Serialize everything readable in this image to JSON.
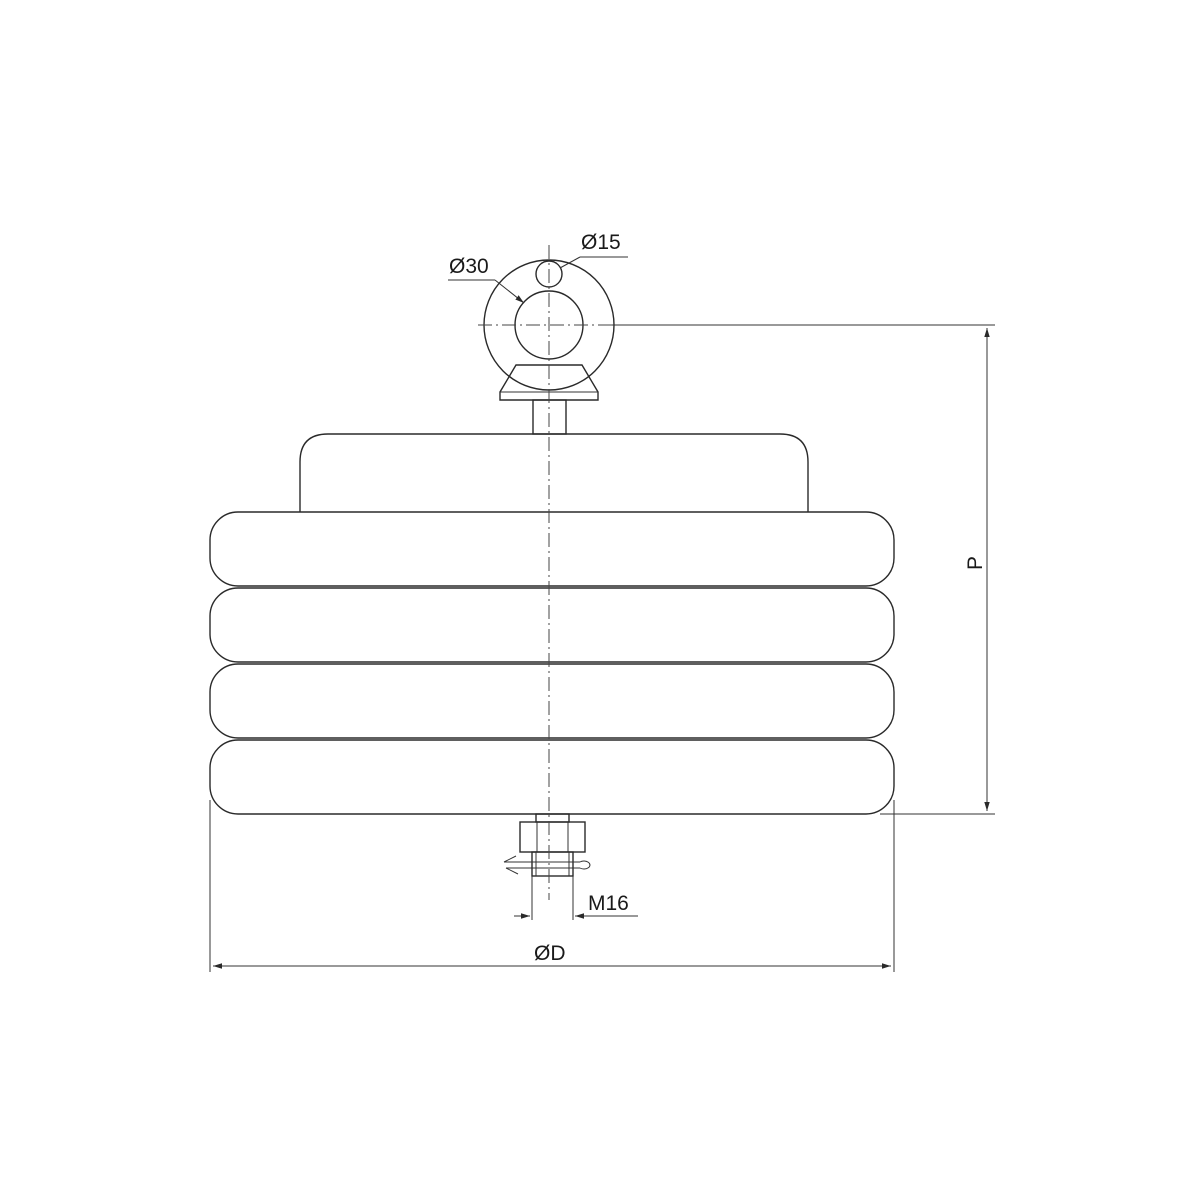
{
  "dimensions": {
    "eye_outer_diameter": "Ø30",
    "eye_hole_diameter": "Ø15",
    "overall_height": "P",
    "thread_size": "M16",
    "plate_diameter": "ØD"
  },
  "colors": {
    "line": "#2a2a2a",
    "background": "#ffffff"
  }
}
